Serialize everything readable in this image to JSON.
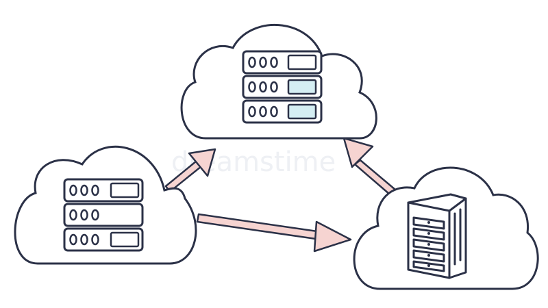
{
  "watermark": "dreamstime",
  "colors": {
    "outline": "#2b3147",
    "arrow_fill": "#f6d4d1",
    "panel_accent": "#d5eef3",
    "background": "#ffffff"
  },
  "nodes": [
    {
      "id": "top-cloud",
      "icon": "server-rack-icon",
      "units": 3,
      "accent_panels": [
        false,
        true,
        true
      ]
    },
    {
      "id": "left-cloud",
      "icon": "server-rack-icon",
      "units": 3,
      "accent_panels": [
        false,
        false,
        false
      ]
    },
    {
      "id": "right-cloud",
      "icon": "server-tower-icon",
      "bays": 5
    }
  ],
  "links": [
    {
      "from": "left-cloud",
      "to": "top-cloud"
    },
    {
      "from": "left-cloud",
      "to": "right-cloud"
    },
    {
      "from": "right-cloud",
      "to": "top-cloud"
    }
  ]
}
